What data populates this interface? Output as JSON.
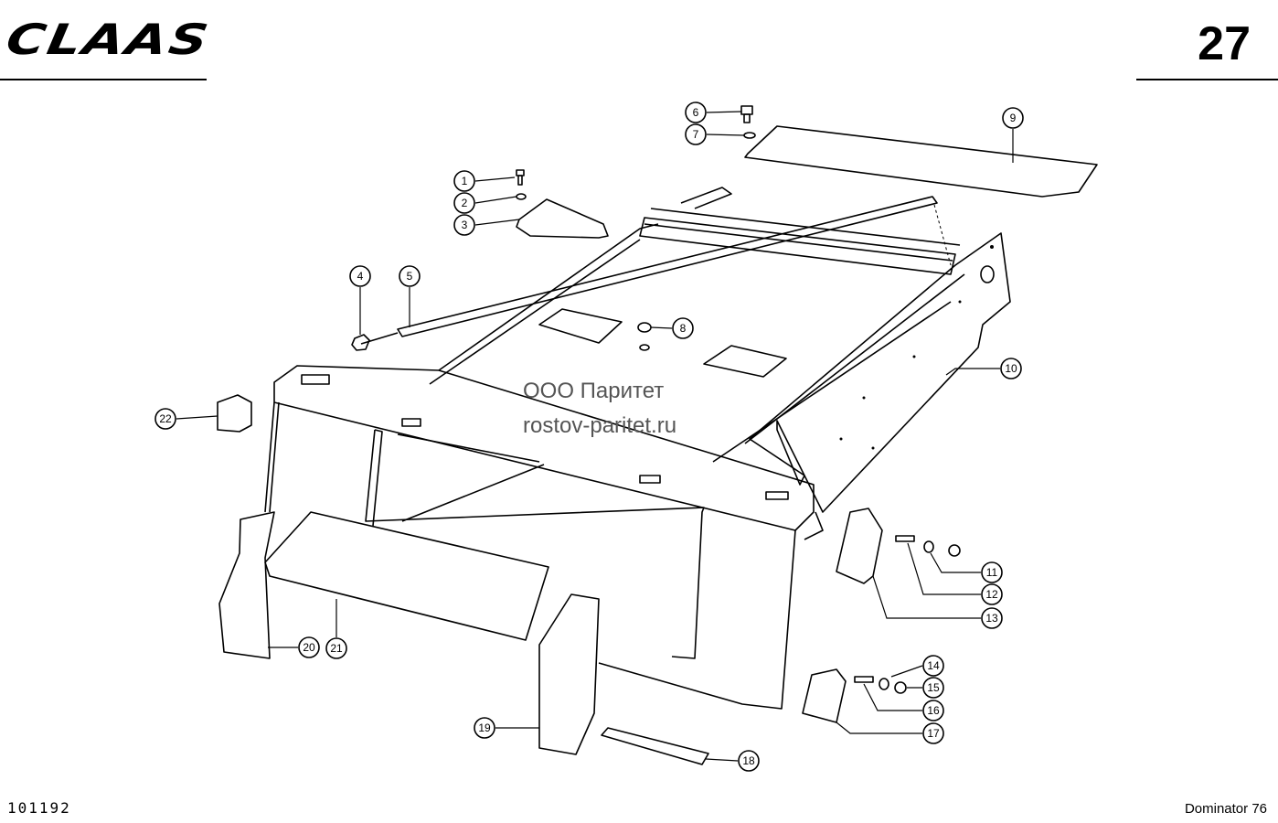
{
  "header": {
    "logo": "CLAAS",
    "page_number": "27"
  },
  "footer": {
    "code": "101192",
    "model": "Dominator 76"
  },
  "watermark": {
    "line1": "ООО Паритет",
    "line2": "rostov-paritet.ru"
  },
  "callouts": [
    "1",
    "2",
    "3",
    "4",
    "5",
    "6",
    "7",
    "8",
    "9",
    "10",
    "11",
    "12",
    "13",
    "14",
    "15",
    "16",
    "17",
    "18",
    "19",
    "20",
    "21",
    "22"
  ]
}
